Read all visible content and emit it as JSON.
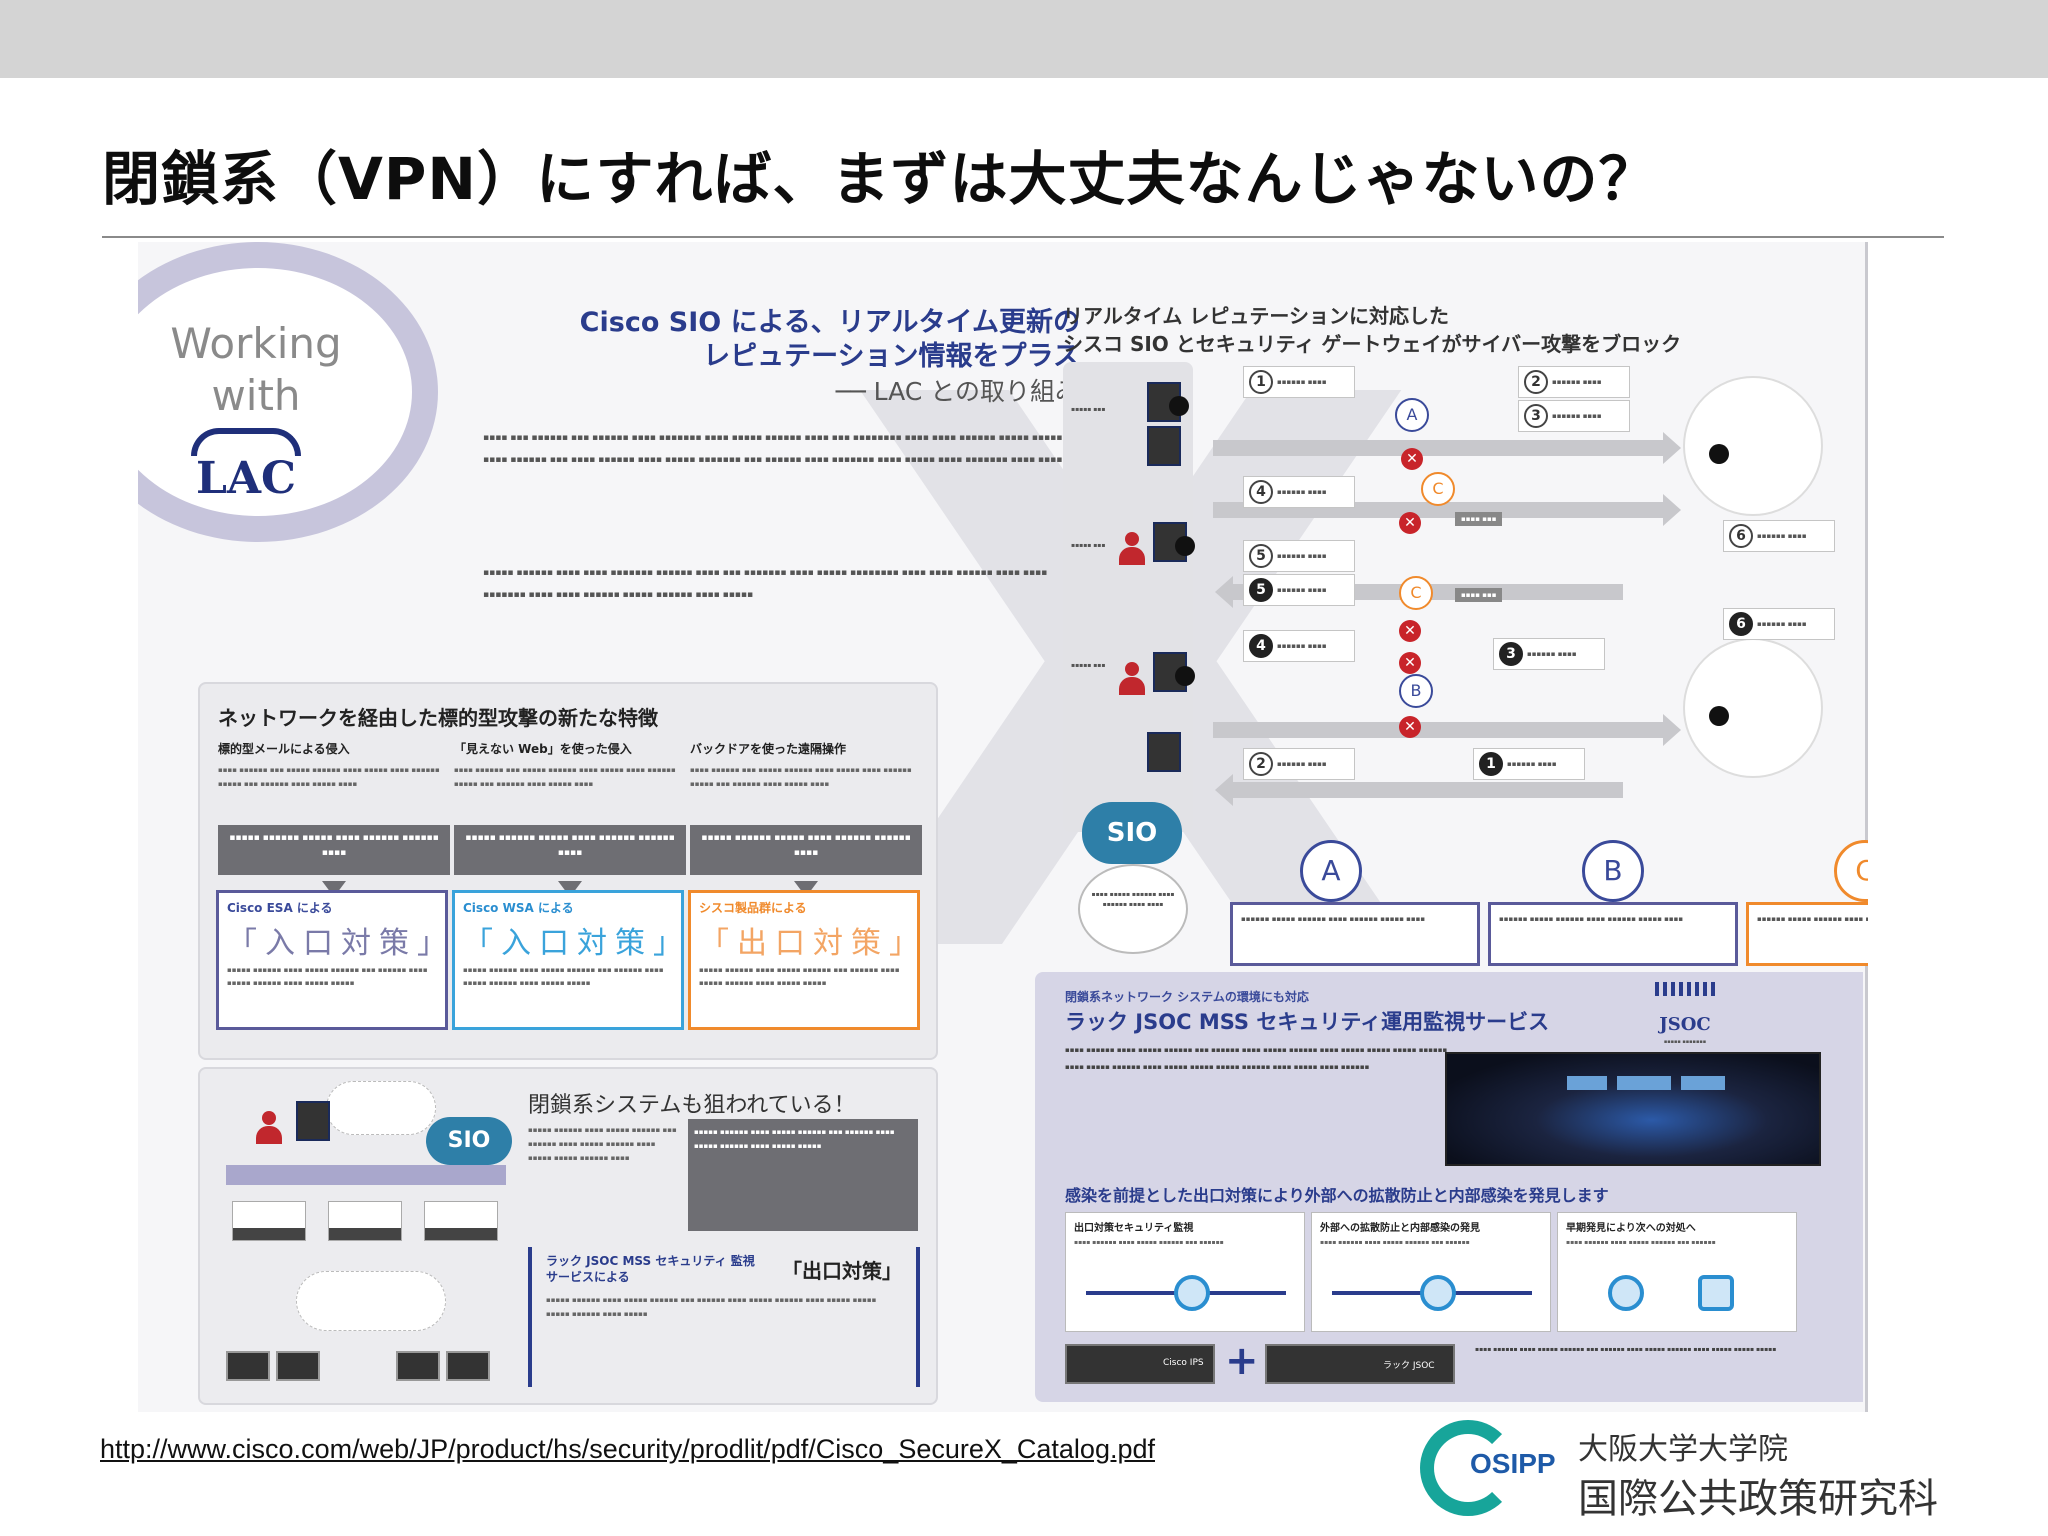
{
  "slide": {
    "title": "閉鎖系（VPN）にすれば、まずは大丈夫なんじゃないの？",
    "source_url": "http://www.cisco.com/web/JP/product/hs/security/prodlit/pdf/Cisco_SecureX_Catalog.pdf"
  },
  "catalog": {
    "lac": {
      "working": "Working",
      "with": "with",
      "logo": "LAC"
    },
    "sio_heading": {
      "line1": "Cisco SIO による、リアルタイム更新の",
      "line2": "レピュテーション情報をプラス",
      "line3": "── LAC との取り組み"
    },
    "network_panel": {
      "title": "ネットワークを経由した標的型攻撃の新たな特徴",
      "columns": [
        {
          "heading": "標的型メールによる侵入",
          "box_title": "Cisco ESA による",
          "box_big": "「入口対策」"
        },
        {
          "heading": "「見えない Web」を使った侵入",
          "box_title": "Cisco WSA による",
          "box_big": "「入口対策」"
        },
        {
          "heading": "バックドアを使った遠隔操作",
          "box_title": "シスコ製品群による",
          "box_big": "「出口対策」"
        }
      ]
    },
    "closed_panel": {
      "title": "閉鎖系システムも狙われている！",
      "bracket_title": "ラック JSOC MSS セキュリティ 監視サービスによる",
      "bracket_right": "「出口対策」",
      "sio_label": "SIO"
    },
    "attack_diagram": {
      "title_line1": "リアルタイム レピュテーションに対応した",
      "title_line2": "シスコ SIO とセキュリティ ゲートウェイがサイバー攻撃をブロック",
      "steps": [
        "1",
        "2",
        "3",
        "4",
        "5",
        "5",
        "4",
        "3",
        "2",
        "1",
        "6",
        "6"
      ],
      "pins": [
        "A",
        "B",
        "C"
      ],
      "sio_label": "SIO"
    },
    "jsoc_panel": {
      "small": "閉鎖系ネットワーク システムの環境にも対応",
      "title": "ラック JSOC MSS セキュリティ運用監視サービス",
      "logo": "JSOC",
      "subtitle": "感染を前提とした出口対策により外部への拡散防止と内部感染を発見します",
      "boxes": [
        {
          "heading": "出口対策セキュリティ監視"
        },
        {
          "heading": "外部への拡散防止と内部感染の発見"
        },
        {
          "heading": "早期発見により次への対処へ"
        }
      ],
      "strip": {
        "device1": "Cisco IPS",
        "device2": "ラック JSOC"
      }
    }
  },
  "footer": {
    "osipp": "OSIPP",
    "university_line1": "大阪大学大学院",
    "university_line2": "国際公共政策研究科"
  },
  "colors": {
    "top_band": "#d4d4d4",
    "navy": "#2a3c8c",
    "lavender": "#c7c5dc",
    "cisco_blue": "#3aa3db",
    "orange": "#f08a2c",
    "block_red": "#c8242a",
    "osipp_teal": "#17a59a",
    "osipp_blue": "#1e5aa8"
  }
}
